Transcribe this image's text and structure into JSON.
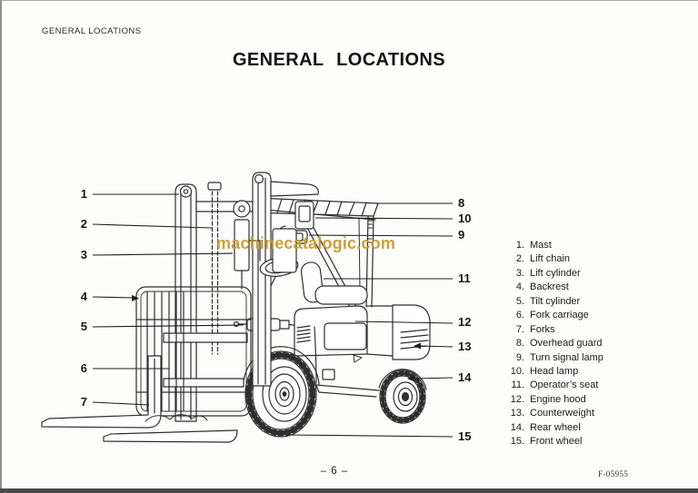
{
  "page": {
    "header_label": "GENERAL LOCATIONS",
    "title": "GENERAL LOCATIONS",
    "watermark": "machinecatalogic.com",
    "page_number": "– 6 –",
    "doc_code": "F-05955"
  },
  "colors": {
    "ink": "#1c1c1c",
    "line_art": "#2e2e2e",
    "watermark": "#c8992b",
    "scan_bottom_bar": "#4b4b4b",
    "paper": "#fdfdfc"
  },
  "diagram": {
    "description": "Side-view line drawing of a forklift truck with numbered callouts 1-15",
    "callouts": [
      "1",
      "2",
      "3",
      "4",
      "5",
      "6",
      "7",
      "8",
      "9",
      "10",
      "11",
      "12",
      "13",
      "14",
      "15"
    ]
  },
  "parts_list": {
    "items": [
      {
        "num": "1.",
        "label": "Mast"
      },
      {
        "num": "2.",
        "label": "Lift chain"
      },
      {
        "num": "3.",
        "label": "Lift cylinder"
      },
      {
        "num": "4.",
        "label": "Backrest"
      },
      {
        "num": "5.",
        "label": "Tilt cylinder"
      },
      {
        "num": "6.",
        "label": "Fork carriage"
      },
      {
        "num": "7.",
        "label": "Forks"
      },
      {
        "num": "8.",
        "label": "Overhead guard"
      },
      {
        "num": "9.",
        "label": "Turn signal lamp"
      },
      {
        "num": "10.",
        "label": "Head lamp"
      },
      {
        "num": "11.",
        "label": "Operator’s seat"
      },
      {
        "num": "12.",
        "label": "Engine hood"
      },
      {
        "num": "13.",
        "label": "Counterweight"
      },
      {
        "num": "14.",
        "label": "Rear wheel"
      },
      {
        "num": "15.",
        "label": "Front wheel"
      }
    ]
  }
}
